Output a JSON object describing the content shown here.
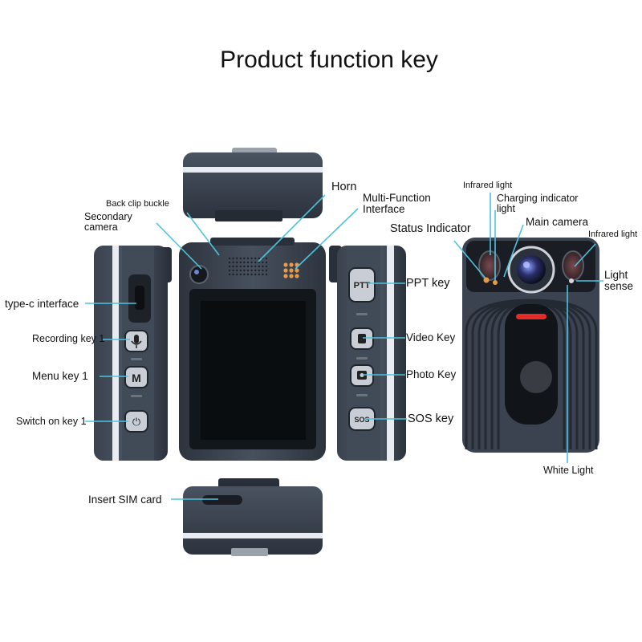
{
  "title": "Product function key",
  "labels": {
    "back_clip_buckle": "Back clip buckle",
    "secondary_camera": "Secondary camera",
    "horn": "Horn",
    "multi_function_interface": "Multi-Function Interface",
    "type_c_interface": "type-c interface",
    "recording_key": "Recording key 1",
    "menu_key": "Menu key 1",
    "switch_on_key": "Switch on key 1",
    "ppt_key": "PPT key",
    "video_key": "Video Key",
    "photo_key": "Photo Key",
    "sos_key": "SOS key",
    "insert_sim_card": "Insert SIM card",
    "infrared_light_top": "Infrared light",
    "charging_indicator_light": "Charging indicator light",
    "main_camera": "Main camera",
    "infrared_light_right": "Infrared light",
    "status_indicator": "Status Indicator",
    "light_sense": "Light sense",
    "white_light": "White Light"
  },
  "button_glyphs": {
    "menu": "M",
    "ppt": "PTT",
    "sos": "SOS",
    "power": "⏻"
  },
  "colors": {
    "device_body": "#3e4653",
    "device_dark": "#262c35",
    "screen": "#0d1116",
    "accent_stripe": "#e8ecf2",
    "button": "#c9ced6",
    "leader_line": "#4fc3dc",
    "recorder_red": "#e52a2a",
    "indicator_orange": "#e79a4a"
  }
}
